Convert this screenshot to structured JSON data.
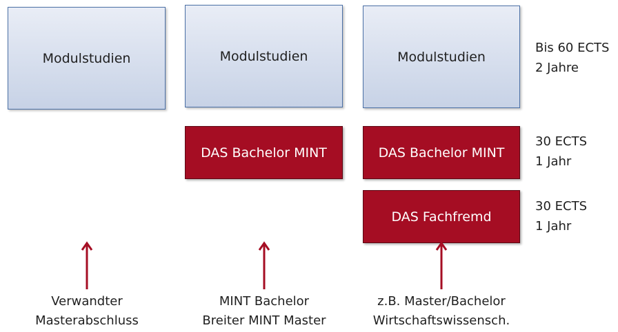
{
  "columns": [
    {
      "modul_box": "Modulstudien",
      "das_boxes": [],
      "origin": [
        "Verwandter",
        "Masterabschluss"
      ]
    },
    {
      "modul_box": "Modulstudien",
      "das_boxes": [
        "DAS Bachelor MINT"
      ],
      "origin": [
        "MINT Bachelor",
        "Breiter MINT Master"
      ]
    },
    {
      "modul_box": "Modulstudien",
      "das_boxes": [
        "DAS Bachelor MINT",
        "DAS Fachfremd"
      ],
      "origin": [
        "z.B. Master/Bachelor",
        "Wirtschaftswissensch."
      ]
    }
  ],
  "side_labels": [
    [
      "Bis 60 ECTS",
      "2 Jahre"
    ],
    [
      "30 ECTS",
      "1 Jahr"
    ],
    [
      "30 ECTS",
      "1 Jahr"
    ]
  ],
  "colors": {
    "modul_fill_top": "#e9edf6",
    "modul_fill_bottom": "#c7d2e6",
    "modul_border": "#4a6fa5",
    "das_fill": "#a50d23",
    "arrow": "#a50d23"
  }
}
